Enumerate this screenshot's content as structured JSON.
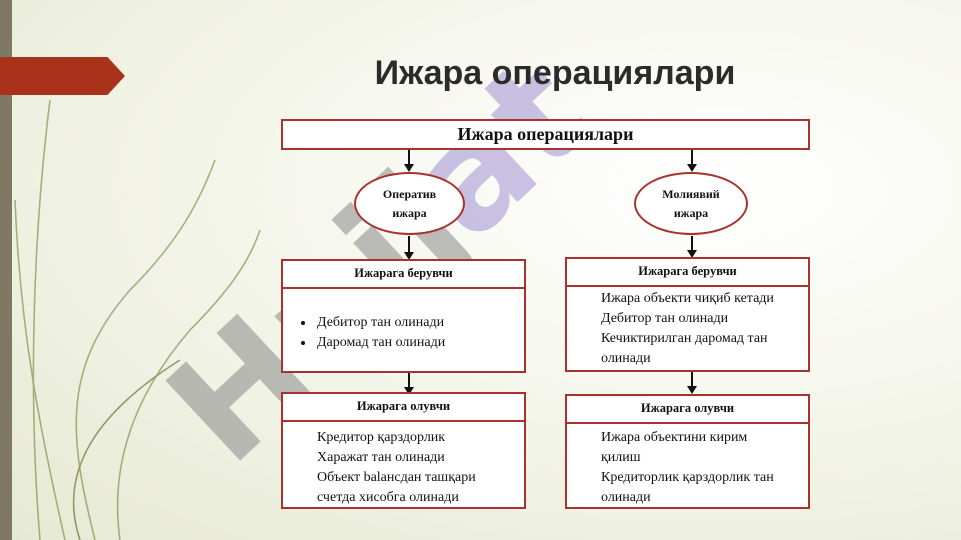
{
  "slide": {
    "title": "Ижара операциялари"
  },
  "diagram": {
    "root": "Ижара операциялари",
    "left": {
      "type": "Оператив ижара",
      "lessor": {
        "header": "Ижарага берувчи",
        "items": [
          "Дебитор тан олинади",
          "Даромад тан олинади"
        ]
      },
      "lessee": {
        "header": "Ижарага олувчи",
        "lines": [
          "Кредитор қарздорлик",
          "Харажат тан олинади",
          "Объект balансдан ташқари",
          "счетда хисобга олинади"
        ]
      }
    },
    "right": {
      "type": "Молиявий ижара",
      "lessor": {
        "header": "Ижарага берувчи",
        "lines": [
          "Ижара объекти чиқиб кетади",
          "Дебитор тан олинади",
          "Кечиктирилган даромад тан",
          "олинади"
        ]
      },
      "lessee": {
        "header": "Ижарага олувчи",
        "lines": [
          "Ижара объектини кирим",
          "қилиш",
          "Кредиторлик қарздорлик тан",
          "олинади"
        ]
      }
    }
  },
  "watermark": {
    "text": "Hujjat.uz"
  },
  "colors": {
    "box_border": "#a8322e",
    "accent": "#a8321a",
    "left_bar": "#7f7963",
    "watermark_gray": "#8a8a8a",
    "watermark_violet": "#a99ad6"
  }
}
